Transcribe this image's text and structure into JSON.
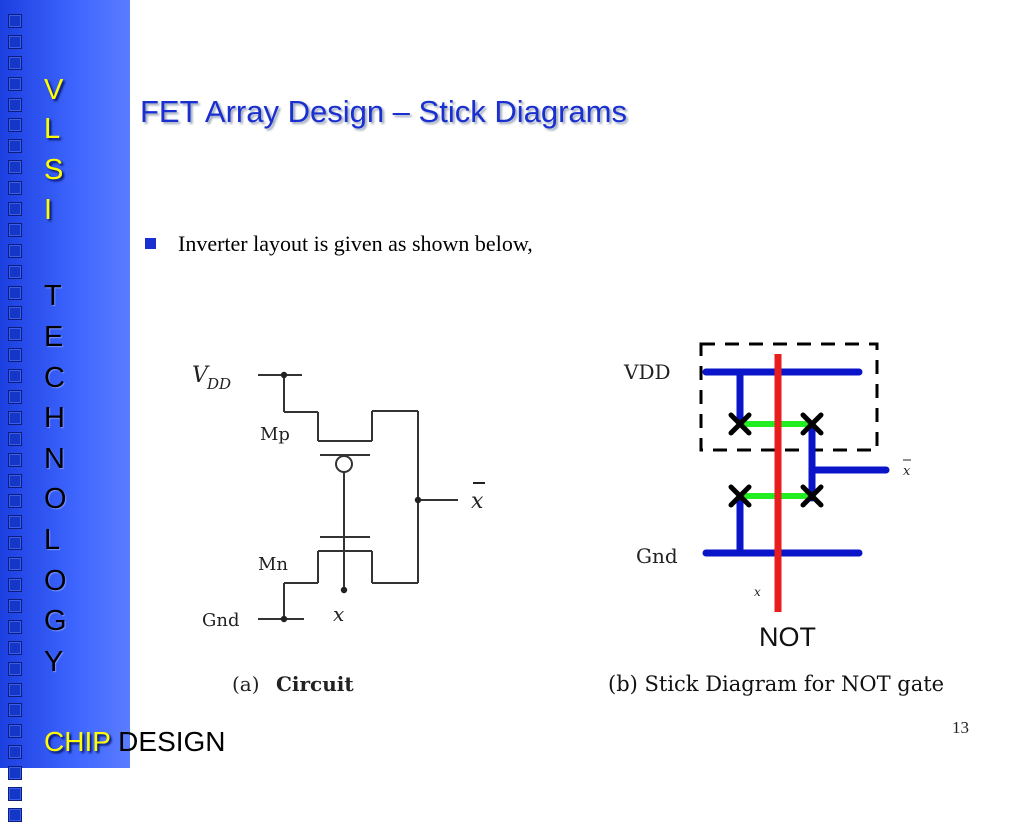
{
  "sidebar": {
    "letters_top": [
      "V",
      "L",
      "S",
      "I"
    ],
    "letters_bottom": [
      "T",
      "E",
      "C",
      "H",
      "N",
      "O",
      "L",
      "O",
      "G",
      "Y"
    ],
    "chip_word_1": "CHIP",
    "chip_word_2": "DESIGN"
  },
  "slide": {
    "title": "FET Array Design – Stick Diagrams",
    "bullet": "Inverter layout is given as shown below,",
    "page_number": "13"
  },
  "figure_a": {
    "vdd_label": "V",
    "vdd_sub": "DD",
    "mp_label": "Mp",
    "mn_label": "Mn",
    "gnd_label": "Gnd",
    "input_label": "x",
    "output_label": "x",
    "caption_tag": "(a)",
    "caption_text": "Circuit"
  },
  "figure_b": {
    "vdd_label": "VDD",
    "gnd_label": "Gnd",
    "input_label": "x",
    "output_label": "x",
    "gate_name": "NOT",
    "caption": "(b) Stick Diagram for NOT gate",
    "colors": {
      "metal": "#0a14c8",
      "poly": "#e81e1e",
      "diffusion": "#22ee22",
      "contact": "#000000"
    }
  }
}
